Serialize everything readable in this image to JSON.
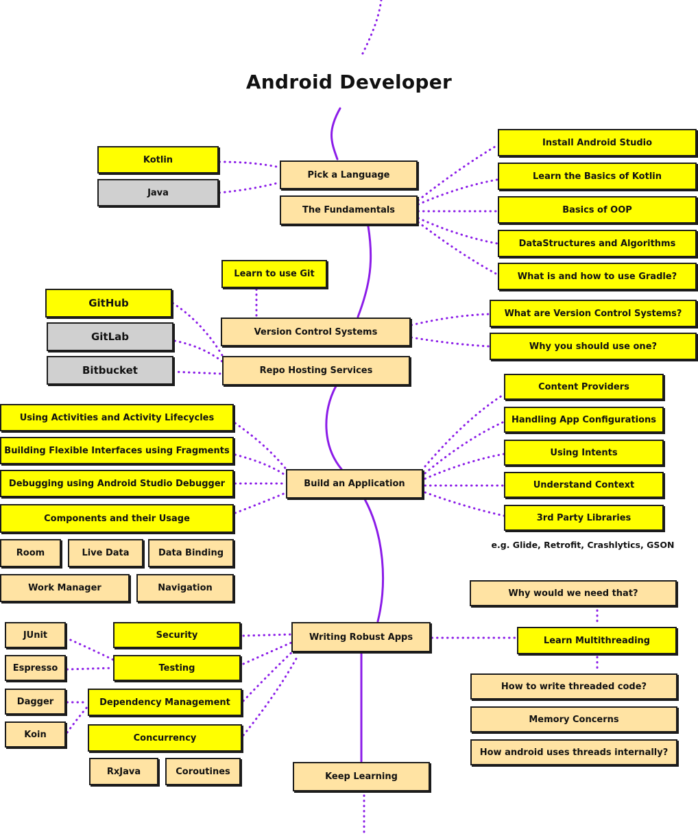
{
  "title": "Android Developer",
  "colors": {
    "path": "#8b1ce8",
    "primary": "#ffff00",
    "secondary": "#ffe3a3",
    "alternative": "#d0d0d0",
    "border": "#1b1b1b"
  },
  "nodes": {
    "pick_language": "Pick a Language",
    "kotlin": "Kotlin",
    "java": "Java",
    "fundamentals": "The Fundamentals",
    "install_studio": "Install Android Studio",
    "basics_kotlin": "Learn the Basics of Kotlin",
    "basics_oop": "Basics of OOP",
    "data_structures": "DataStructures and Algorithms",
    "gradle": "What is and how to use Gradle?",
    "learn_git": "Learn to use Git",
    "vcs": "Version Control Systems",
    "what_vcs": "What are Version Control Systems?",
    "why_vcs": "Why you should use one?",
    "github": "GitHub",
    "gitlab": "GitLab",
    "bitbucket": "Bitbucket",
    "repo_hosting": "Repo Hosting Services",
    "activities": "Using Activities and Activity Lifecycles",
    "fragments": "Building Flexible Interfaces using Fragments",
    "debugging": "Debugging using Android Studio Debugger",
    "components": "Components and their Usage",
    "room": "Room",
    "live_data": "Live Data",
    "data_binding": "Data Binding",
    "work_manager": "Work Manager",
    "navigation": "Navigation",
    "build_app": "Build an Application",
    "content_providers": "Content Providers",
    "app_config": "Handling App Configurations",
    "intents": "Using Intents",
    "context": "Understand Context",
    "third_party": "3rd Party Libraries",
    "third_party_note": "e.g. Glide, Retrofit, Crashlytics, GSON",
    "robust_apps": "Writing Robust Apps",
    "security": "Security",
    "testing": "Testing",
    "junit": "JUnit",
    "espresso": "Espresso",
    "dependency_mgmt": "Dependency Management",
    "dagger": "Dagger",
    "koin": "Koin",
    "concurrency": "Concurrency",
    "rxjava": "RxJava",
    "coroutines": "Coroutines",
    "why_need": "Why would we need that?",
    "multithreading": "Learn Multithreading",
    "threaded_code": "How to write threaded code?",
    "memory": "Memory Concerns",
    "threads_internal": "How android uses threads internally?",
    "keep_learning": "Keep Learning"
  }
}
